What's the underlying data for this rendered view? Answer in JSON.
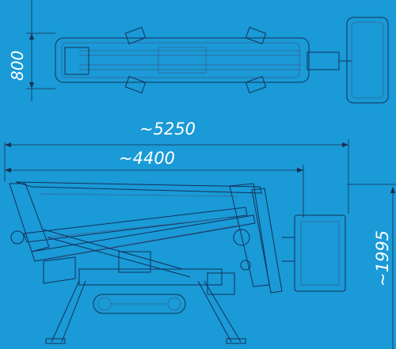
{
  "drawing": {
    "title": "",
    "background": "#1a9ad6",
    "line_color": "#13315c",
    "label_color": "#ffffff"
  },
  "dimensions": {
    "width_top": "800",
    "overall_length": "~5250",
    "stowed_length": "~4400",
    "height": "~1995"
  }
}
